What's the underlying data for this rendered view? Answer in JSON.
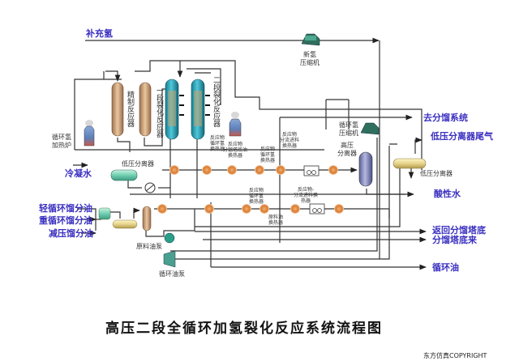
{
  "title": "高压二段全循环加氢裂化反应系统流程图",
  "copyright": "东方仿真COPYRIGHT",
  "streams": {
    "makeup_hydrogen": "补充氢",
    "condensate_water": "冷凝水",
    "light_cycle_oil": "轻循环馏分油",
    "heavy_cycle_oil": "重循环馏分油",
    "vacuum_oil": "减压馏分油",
    "to_fractionation": "去分馏系统",
    "lp_separator_offgas": "低压分离器尾气",
    "sour_water": "酸性水",
    "return_to_fractionator_bottom": "返回分馏塔底",
    "from_fractionator_bottom": "分馏塔底来",
    "recycle_oil": "循环油"
  },
  "equipment": {
    "makeup_compressor": [
      "新氢",
      "压缩机"
    ],
    "recycle_compressor": [
      "循环氢",
      "压缩机"
    ],
    "hp_separator": [
      "高压",
      "分离器"
    ],
    "lp_separator_left": "低压分离器",
    "lp_separator_right": "低压分离器",
    "recycle_h2_heater": [
      "循环氢",
      "加热炉"
    ],
    "refining_reactor": "精制反应器",
    "first_stage_reactor": "一段裂化反应器",
    "second_stage_reactor": "二段裂化反应器",
    "feed_pump": "原料油泵",
    "recycle_pump": "循环油泵",
    "hx_reactant_recycle_h2": [
      "反应物",
      "循环氢",
      "换热器"
    ],
    "hx_reactant_fractionator_bottom": [
      "反应物",
      "分馏塔底油",
      "换热器"
    ],
    "hx_reactant_fractionator_feed": [
      "反应物",
      "分流进料",
      "换热器"
    ],
    "hx_reactant_recycle_h2_lower": [
      "反应物",
      "循环氢",
      "换热器"
    ],
    "hx_reactant_fractionator_feed_lower": [
      "反应物-",
      "分流进料换",
      "热器"
    ],
    "hx_feed_oil": [
      "原料油",
      "换热器"
    ]
  }
}
